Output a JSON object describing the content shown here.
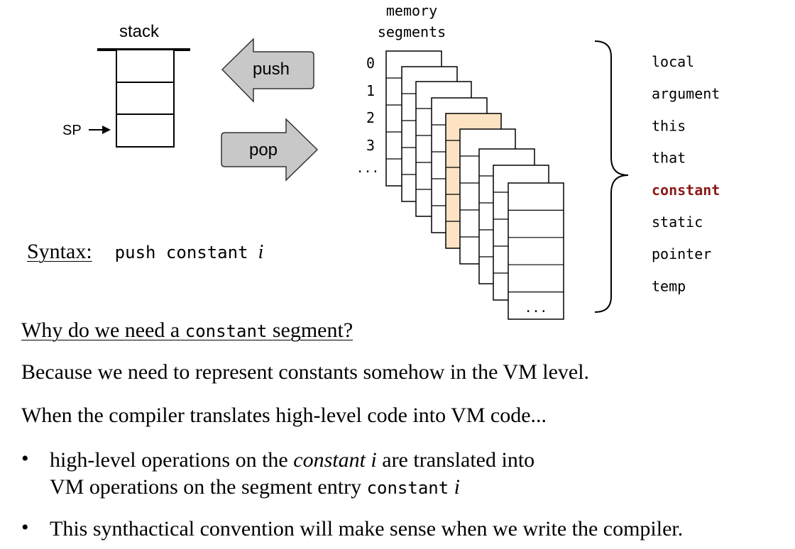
{
  "diagram": {
    "stack_label": "stack",
    "sp_label": "SP",
    "push_label": "push",
    "pop_label": "pop",
    "memory_label_line1": "memory",
    "memory_label_line2": "segments",
    "index_labels": [
      "0",
      "1",
      "2",
      "3",
      "..."
    ],
    "bottom_ellipsis": "...",
    "highlight_color": "#fde3c3",
    "highlight_segment": "constant",
    "highlight_text_color": "#8b1a1a",
    "segments": [
      "local",
      "argument",
      "this",
      "that",
      "constant",
      "static",
      "pointer",
      "temp"
    ]
  },
  "syntax": {
    "label": "Syntax:",
    "code": "push constant",
    "var": "i"
  },
  "question": {
    "part1": "Why do we need a",
    "code": "constant",
    "part2": "segment?"
  },
  "answer": "Because we need to represent constants somehow in the VM level.",
  "compiler_line": "When the compiler translates high-level code into VM code...",
  "bullets": {
    "b1_part1": "high-level operations on the",
    "b1_italic": "constant i",
    "b1_part2": "are translated into",
    "b1_line2": "VM operations on the segment entry",
    "b1_code": "constant",
    "b1_var": "i",
    "b2": "This synthactical convention will make sense when we write the compiler."
  }
}
